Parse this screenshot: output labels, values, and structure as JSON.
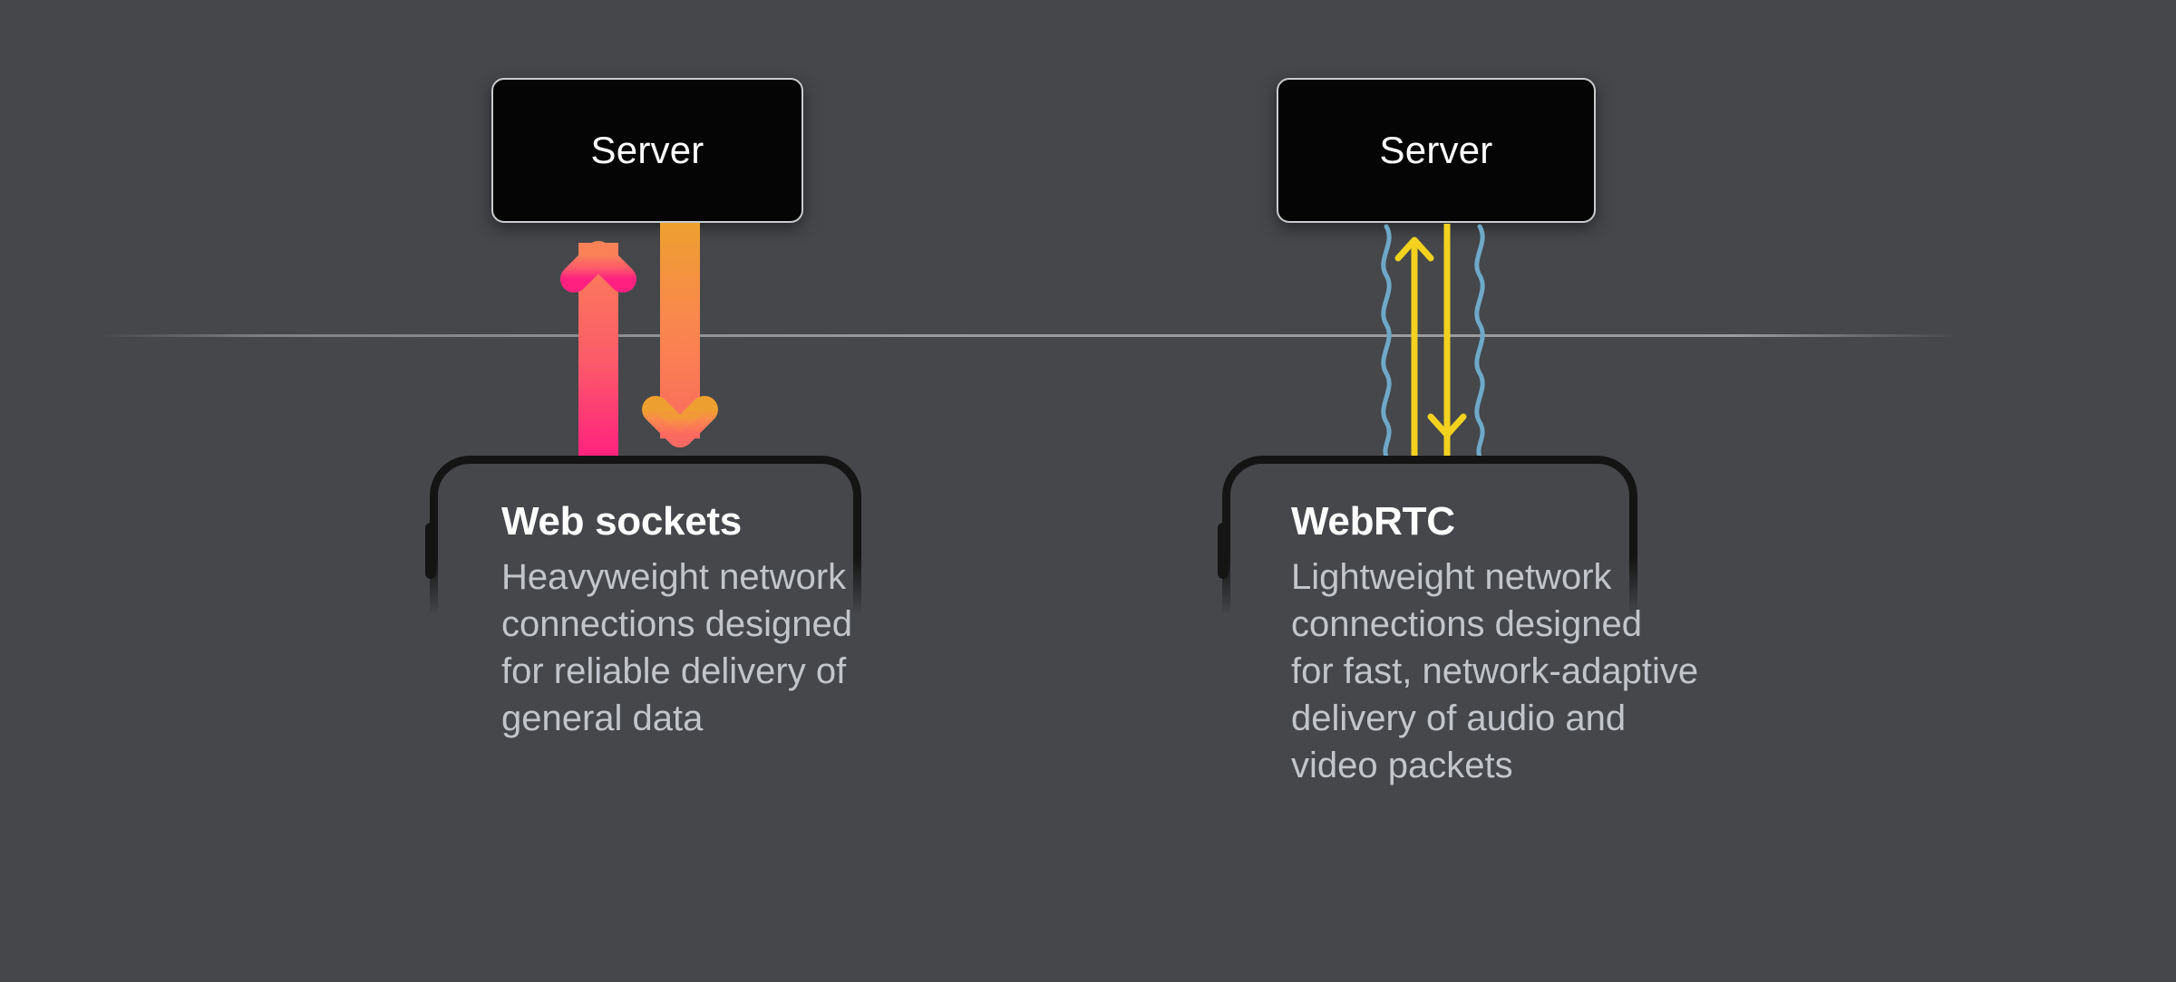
{
  "background_color": "#45474b",
  "divider": {
    "name": "horizon-line",
    "color": "#b0b2b6"
  },
  "panels": [
    {
      "id": "websockets",
      "server": {
        "label": "Server",
        "fill": "#050505",
        "border": "#c9cbcf"
      },
      "card": {
        "title": "Web sockets",
        "body": "Heavyweight network\nconnections designed\nfor reliable delivery of\ngeneral data"
      },
      "connection": {
        "style": "thick-gradient-arrows",
        "up_arrow": {
          "name": "upload-arrow",
          "gradient_from": "#ff2d78",
          "gradient_to": "#fb7d5b"
        },
        "down_arrow": {
          "name": "download-arrow",
          "gradient_from": "#f0a32e",
          "gradient_to": "#fb6b5f"
        }
      }
    },
    {
      "id": "webrtc",
      "server": {
        "label": "Server",
        "fill": "#050505",
        "border": "#c9cbcf"
      },
      "card": {
        "title": "WebRTC",
        "body": "Lightweight network\nconnections designed\nfor fast, network-adaptive\ndelivery of audio and\nvideo packets"
      },
      "connection": {
        "style": "thin-arrows-with-waves",
        "up_arrow": {
          "name": "upload-arrow",
          "color": "#f2d21f"
        },
        "down_arrow": {
          "name": "download-arrow",
          "color": "#f2d21f"
        },
        "waves": {
          "name": "signal-wave",
          "color": "#6fa8c8",
          "count": 2
        }
      }
    }
  ]
}
